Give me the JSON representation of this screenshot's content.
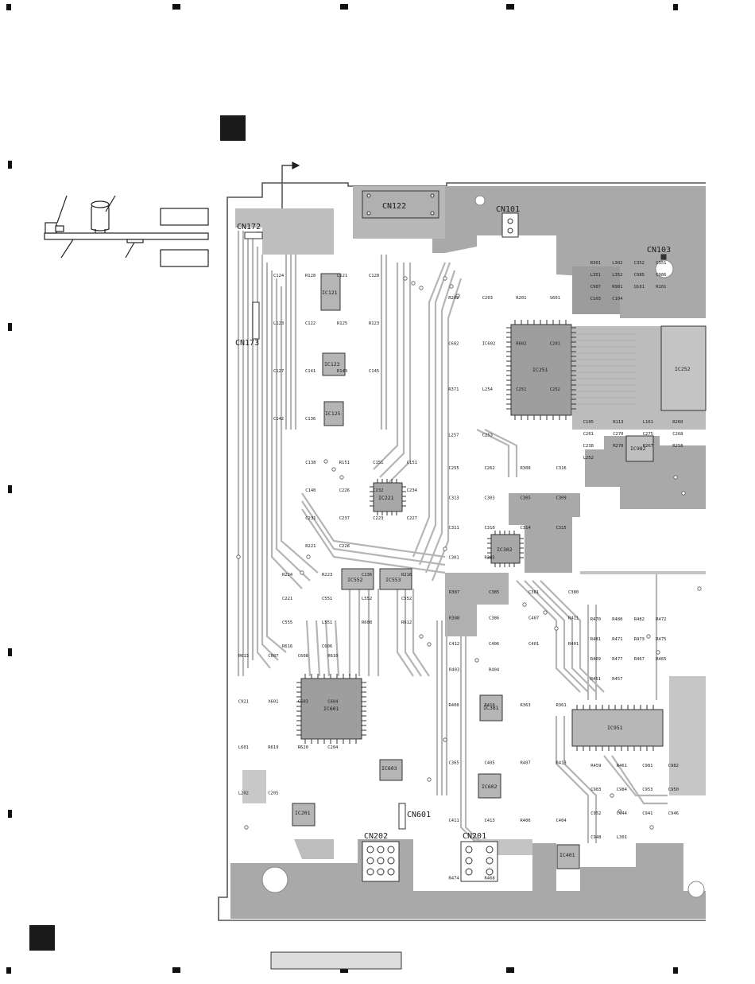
{
  "connectors": {
    "cn172": "CN172",
    "cn173": "CN173",
    "cn122": "CN122",
    "cn101": "CN101",
    "cn103": "CN103",
    "cn202": "CN202",
    "cn201": "CN201",
    "cn601": "CN601"
  },
  "ics": {
    "ic121": "IC121",
    "ic123": "IC123",
    "ic125": "IC125",
    "ic221": "IC221",
    "ic251": "IC251",
    "ic252": "IC252",
    "ic302": "IC302",
    "ic552": "IC552",
    "ic553": "IC553",
    "ic601": "IC601",
    "ic602": "IC602",
    "ic381": "IC381",
    "ic951": "IC951",
    "ic401": "IC401",
    "ic982": "IC982",
    "ic603": "IC603",
    "ic201": "IC201"
  },
  "parts": [
    "C124",
    "R128",
    "L121",
    "C128",
    "L123",
    "C122",
    "R125",
    "R123",
    "C127",
    "C141",
    "R143",
    "C145",
    "C142",
    "C136",
    "C138",
    "R151",
    "C151",
    "C151",
    "C140",
    "C226",
    "C232",
    "C234",
    "C231",
    "C237",
    "C223",
    "C227",
    "R221",
    "C228",
    "R224",
    "R223",
    "C236",
    "R216",
    "C221",
    "C551",
    "L552",
    "C552",
    "C555",
    "L551",
    "R608",
    "R612",
    "R616",
    "C606",
    "R613",
    "C607",
    "C608",
    "R610",
    "C921",
    "X601",
    "C603",
    "C604",
    "L601",
    "R619",
    "R620",
    "C204",
    "L202",
    "C205",
    "R202",
    "C203",
    "R201",
    "S601",
    "C602",
    "IC602",
    "R602",
    "C201",
    "R371",
    "L254",
    "C251",
    "C252",
    "L257",
    "C253",
    "C255",
    "C262",
    "R308",
    "C316",
    "C313",
    "C303",
    "C305",
    "C309",
    "C311",
    "C310",
    "C314",
    "C315",
    "C301",
    "R385",
    "R387",
    "C385",
    "C381",
    "C380",
    "R388",
    "C386",
    "C407",
    "R411",
    "C412",
    "C406",
    "C401",
    "R401",
    "R403",
    "R404",
    "R408",
    "R410",
    "R363",
    "R361",
    "C365",
    "C405",
    "R407",
    "R413",
    "C411",
    "C413",
    "R406",
    "C404",
    "R474",
    "R468",
    "R470",
    "R480",
    "R482",
    "R472",
    "R481",
    "R471",
    "R473",
    "R475",
    "R469",
    "R477",
    "R467",
    "R465",
    "R451",
    "R457",
    "R459",
    "R461",
    "C981",
    "C982",
    "C983",
    "C984",
    "C953",
    "C950",
    "C952",
    "C944",
    "C941",
    "C946",
    "C948",
    "L301",
    "R301",
    "L302",
    "C352",
    "C351",
    "L351",
    "L352",
    "C985",
    "C986",
    "C987",
    "R981",
    "Q101",
    "R101",
    "C103",
    "C104",
    "C105",
    "R113",
    "L161",
    "R260",
    "C261",
    "C270",
    "C275",
    "C268",
    "C238",
    "R270",
    "R267",
    "R258",
    "L252"
  ]
}
